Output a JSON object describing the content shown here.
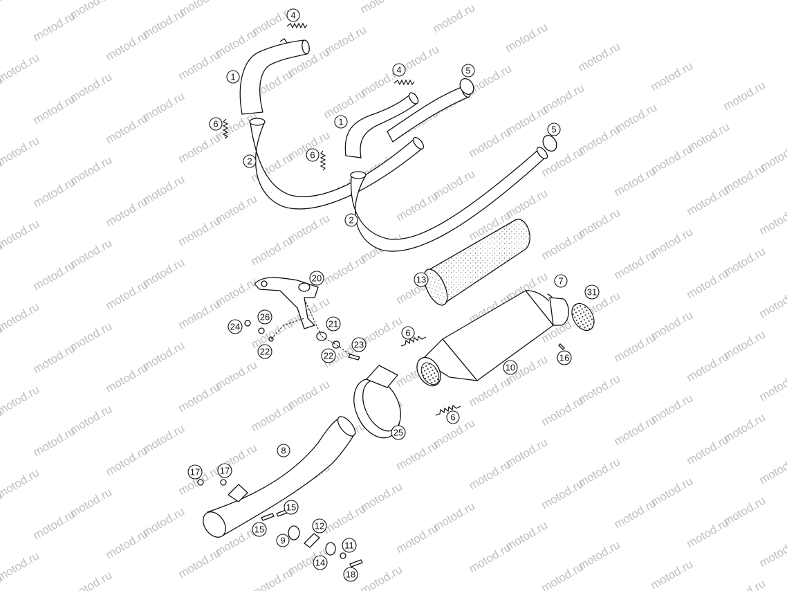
{
  "watermark": {
    "text": "motod.ru",
    "color": "#bfbfbf"
  },
  "callouts": [
    {
      "id": "c1a",
      "label": "4"
    },
    {
      "id": "c1b",
      "label": "1"
    },
    {
      "id": "c1c",
      "label": "6"
    },
    {
      "id": "c1d",
      "label": "2"
    },
    {
      "id": "c2a",
      "label": "4"
    },
    {
      "id": "c2b",
      "label": "5"
    },
    {
      "id": "c2c",
      "label": "1"
    },
    {
      "id": "c2d",
      "label": "6"
    },
    {
      "id": "c2e",
      "label": "5"
    },
    {
      "id": "c2f",
      "label": "2"
    },
    {
      "id": "c3a",
      "label": "13"
    },
    {
      "id": "c3b",
      "label": "7"
    },
    {
      "id": "c3c",
      "label": "31"
    },
    {
      "id": "c3d",
      "label": "20"
    },
    {
      "id": "c3e",
      "label": "24"
    },
    {
      "id": "c3f",
      "label": "26"
    },
    {
      "id": "c3g",
      "label": "21"
    },
    {
      "id": "c3h",
      "label": "22"
    },
    {
      "id": "c3i",
      "label": "23"
    },
    {
      "id": "c3j",
      "label": "22"
    },
    {
      "id": "c3k",
      "label": "6"
    },
    {
      "id": "c3l",
      "label": "10"
    },
    {
      "id": "c3m",
      "label": "16"
    },
    {
      "id": "c3n",
      "label": "6"
    },
    {
      "id": "c3o",
      "label": "25"
    },
    {
      "id": "c4a",
      "label": "8"
    },
    {
      "id": "c4b",
      "label": "17"
    },
    {
      "id": "c4c",
      "label": "17"
    },
    {
      "id": "c4d",
      "label": "15"
    },
    {
      "id": "c4e",
      "label": "15"
    },
    {
      "id": "c4f",
      "label": "12"
    },
    {
      "id": "c4g",
      "label": "9"
    },
    {
      "id": "c4h",
      "label": "11"
    },
    {
      "id": "c4i",
      "label": "14"
    },
    {
      "id": "c4j",
      "label": "18"
    }
  ]
}
